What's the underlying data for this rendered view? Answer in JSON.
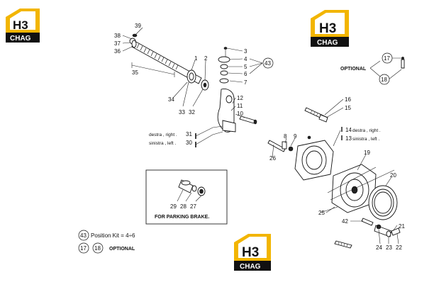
{
  "logos": [
    {
      "letters": "H3",
      "word": "CHAG"
    }
  ],
  "colors": {
    "logo_yellow": "#f2b500",
    "logo_black": "#111111",
    "logo_white": "#ffffff",
    "line": "#222222"
  },
  "labels": {
    "p39": "39",
    "p38": "38",
    "p37": "37",
    "p36": "36",
    "p35": "35",
    "p34": "34",
    "p1": "1",
    "p2": "2",
    "p33": "33",
    "p32": "32",
    "p3": "3",
    "p4": "4",
    "p5": "5",
    "p6": "6",
    "p7": "7",
    "p43": "43",
    "p12": "12",
    "p11": "11",
    "p10": "10",
    "p16": "16",
    "p15": "15",
    "p14": "14",
    "p13": "13",
    "p8": "8",
    "p9": "9",
    "p26": "26",
    "p19": "19",
    "p20": "20",
    "p25": "25",
    "p42": "42",
    "p21": "21",
    "p24": "24",
    "p23": "23",
    "p22": "22",
    "p31": "31",
    "p30": "30",
    "p29": "29",
    "p28": "28",
    "p27": "27",
    "p17": "17",
    "p18": "18"
  },
  "text": {
    "optional_top": "OPTIONAL",
    "destra_31": "destra , right .",
    "sinistra_30": "sinistra , left .",
    "destra_14": "destra , right .",
    "sinistra_13": "sinistra , left .",
    "parking": "FOR PARKING BRAKE.",
    "kit_label": "Position Kit = 4÷6",
    "optional_bottom": "OPTIONAL"
  }
}
